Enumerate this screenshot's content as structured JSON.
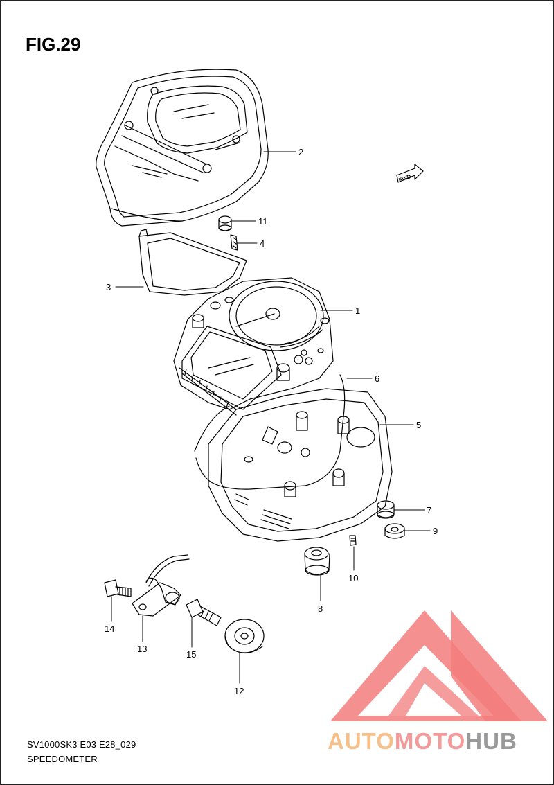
{
  "figure": {
    "title": "FIG.29"
  },
  "footer": {
    "model_code": "SV1000SK3 E03 E28_029",
    "diagram_name": "SPEEDOMETER"
  },
  "fwd_label": "FWD",
  "callouts": {
    "c1": "1",
    "c2": "2",
    "c3": "3",
    "c4": "4",
    "c5": "5",
    "c6": "6",
    "c7": "7",
    "c8": "8",
    "c9": "9",
    "c10": "10",
    "c11": "11",
    "c12": "12",
    "c13": "13",
    "c14": "14",
    "c15": "15"
  },
  "watermark": {
    "part1": "AUTO",
    "part2": "MOTO",
    "part3": "HUB",
    "color_part1": "#f7c08a",
    "color_part2": "#f49a9a",
    "color_part3": "#9a9a9a",
    "triangle_color": "#f26f6f"
  }
}
